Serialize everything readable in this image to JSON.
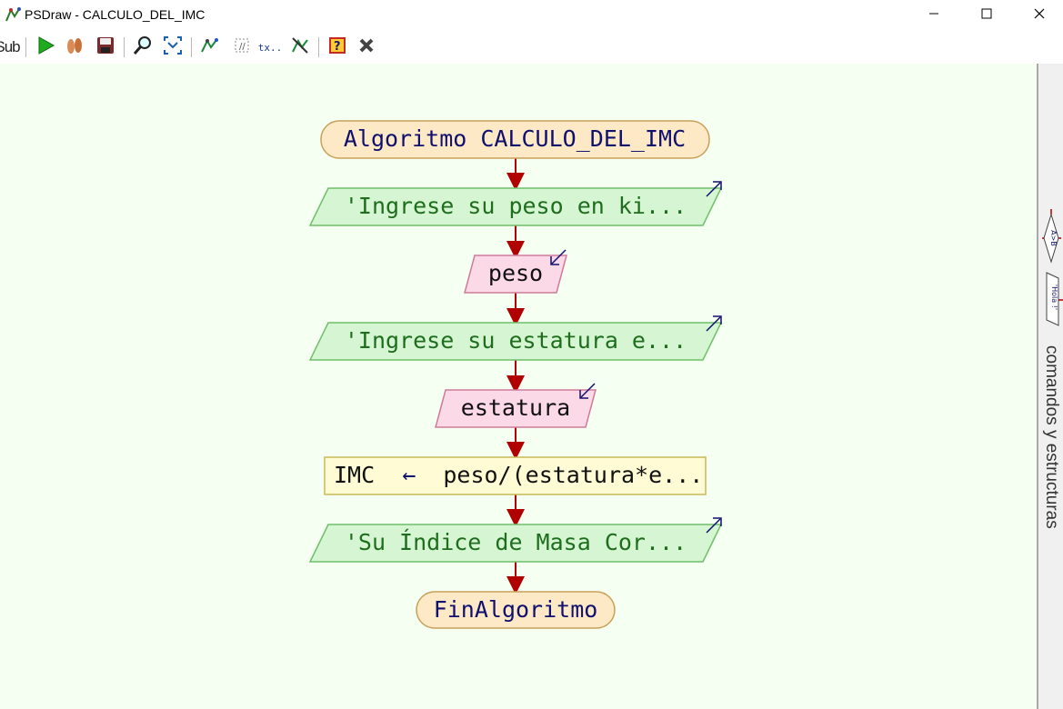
{
  "window": {
    "title": "PSDraw - CALCULO_DEL_IMC",
    "minimize_icon": "minimize-icon",
    "maximize_icon": "maximize-icon",
    "close_icon": "close-icon"
  },
  "toolbar": {
    "sub_label": "Sub",
    "text_tool_label": "tx..",
    "items": [
      "sub-icon",
      "run-icon",
      "step-icon",
      "save-icon",
      "zoom-icon",
      "fit-icon",
      "flow-diagram-icon",
      "comment-icon",
      "text-style-icon",
      "variables-icon",
      "help-icon",
      "close-diagram-icon"
    ]
  },
  "flowchart": {
    "start": "Algoritmo CALCULO_DEL_IMC",
    "nodes": [
      {
        "kind": "output",
        "text": "'Ingrese su peso en ki..."
      },
      {
        "kind": "input",
        "text": "peso"
      },
      {
        "kind": "output",
        "text": "'Ingrese su estatura e..."
      },
      {
        "kind": "input",
        "text": "estatura"
      },
      {
        "kind": "process",
        "lhs": "IMC",
        "arrow": "←",
        "rhs": "peso/(estatura*e..."
      },
      {
        "kind": "output",
        "text": "'Su Índice de Masa Cor..."
      }
    ],
    "end": "FinAlgoritmo"
  },
  "side_panel": {
    "label": "comandos y estructuras",
    "decision_icon_label": "A>B",
    "output_icon_label": "'Hola !'"
  },
  "colors": {
    "canvas_bg": "#f5fff2",
    "terminal_fill": "#fde9c6",
    "terminal_stroke": "#c9a05a",
    "output_fill": "#d6f5d2",
    "output_stroke": "#6fbf6a",
    "input_fill": "#fbd9e6",
    "input_stroke": "#d07a9a",
    "process_fill": "#fffbd4",
    "process_stroke": "#c8b95a",
    "arrow": "#b00000",
    "keyword": "#10106e",
    "string": "#1e6e1e"
  }
}
